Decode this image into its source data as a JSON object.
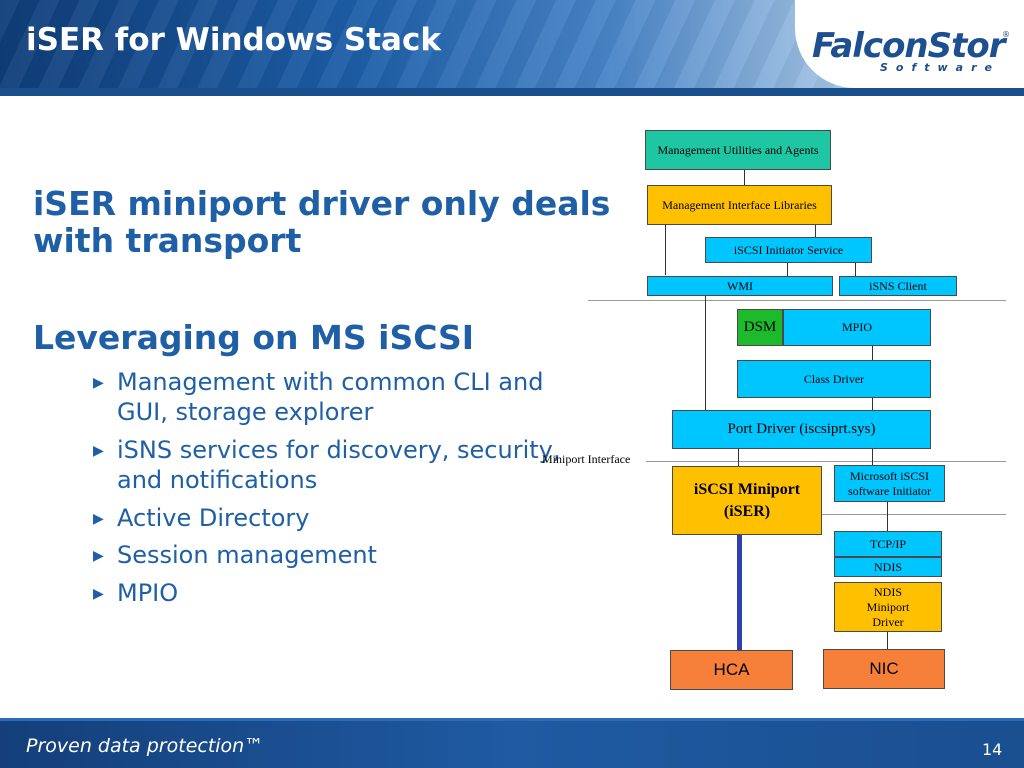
{
  "slide": {
    "title": "iSER for Windows Stack",
    "logo": {
      "name": "FalconStor",
      "sub": "Software",
      "reg": "®"
    },
    "heading1": "iSER miniport driver only deals with transport",
    "heading2": "Leveraging on MS iSCSI",
    "bullets": [
      "Management with common CLI and GUI, storage explorer",
      "iSNS services for discovery, security, and notifications",
      "Active Directory",
      "Session management",
      "MPIO"
    ],
    "bullet_icon": "triangle-right-icon",
    "footer": {
      "tagline": "Proven data protection™",
      "page_number": "14"
    }
  },
  "diagram": {
    "mgmt_utilities": "Management Utilities and Agents",
    "mgmt_libraries": "Management Interface Libraries",
    "iscsi_initiator_service": "iSCSI Initiator Service",
    "wmi": "WMI",
    "isns_client": "iSNS Client",
    "dsm": "DSM",
    "mpio": "MPIO",
    "class_driver": "Class Driver",
    "port_driver": "Port Driver (iscsiprt.sys)",
    "miniport_interface": "Miniport Interface",
    "iscsi_miniport_line1": "iSCSI Miniport",
    "iscsi_miniport_line2": "(iSER)",
    "ms_initiator_line1": "Microsoft iSCSI",
    "ms_initiator_line2": "software Initiator",
    "tcpip": "TCP/IP",
    "ndis": "NDIS",
    "ndis_miniport_line1": "NDIS",
    "ndis_miniport_line2": "Miniport",
    "ndis_miniport_line3": "Driver",
    "hca": "HCA",
    "nic": "NIC"
  },
  "colors": {
    "title_blue": "#1f5fa6",
    "header_blue": "#1d5ea8",
    "box_cyan": "#00c6ff",
    "box_teal": "#1fc6a4",
    "box_orange": "#ffc000",
    "box_salmon": "#f6803a",
    "box_green": "#1dbb2b",
    "hca_link": "#2e3fae"
  }
}
